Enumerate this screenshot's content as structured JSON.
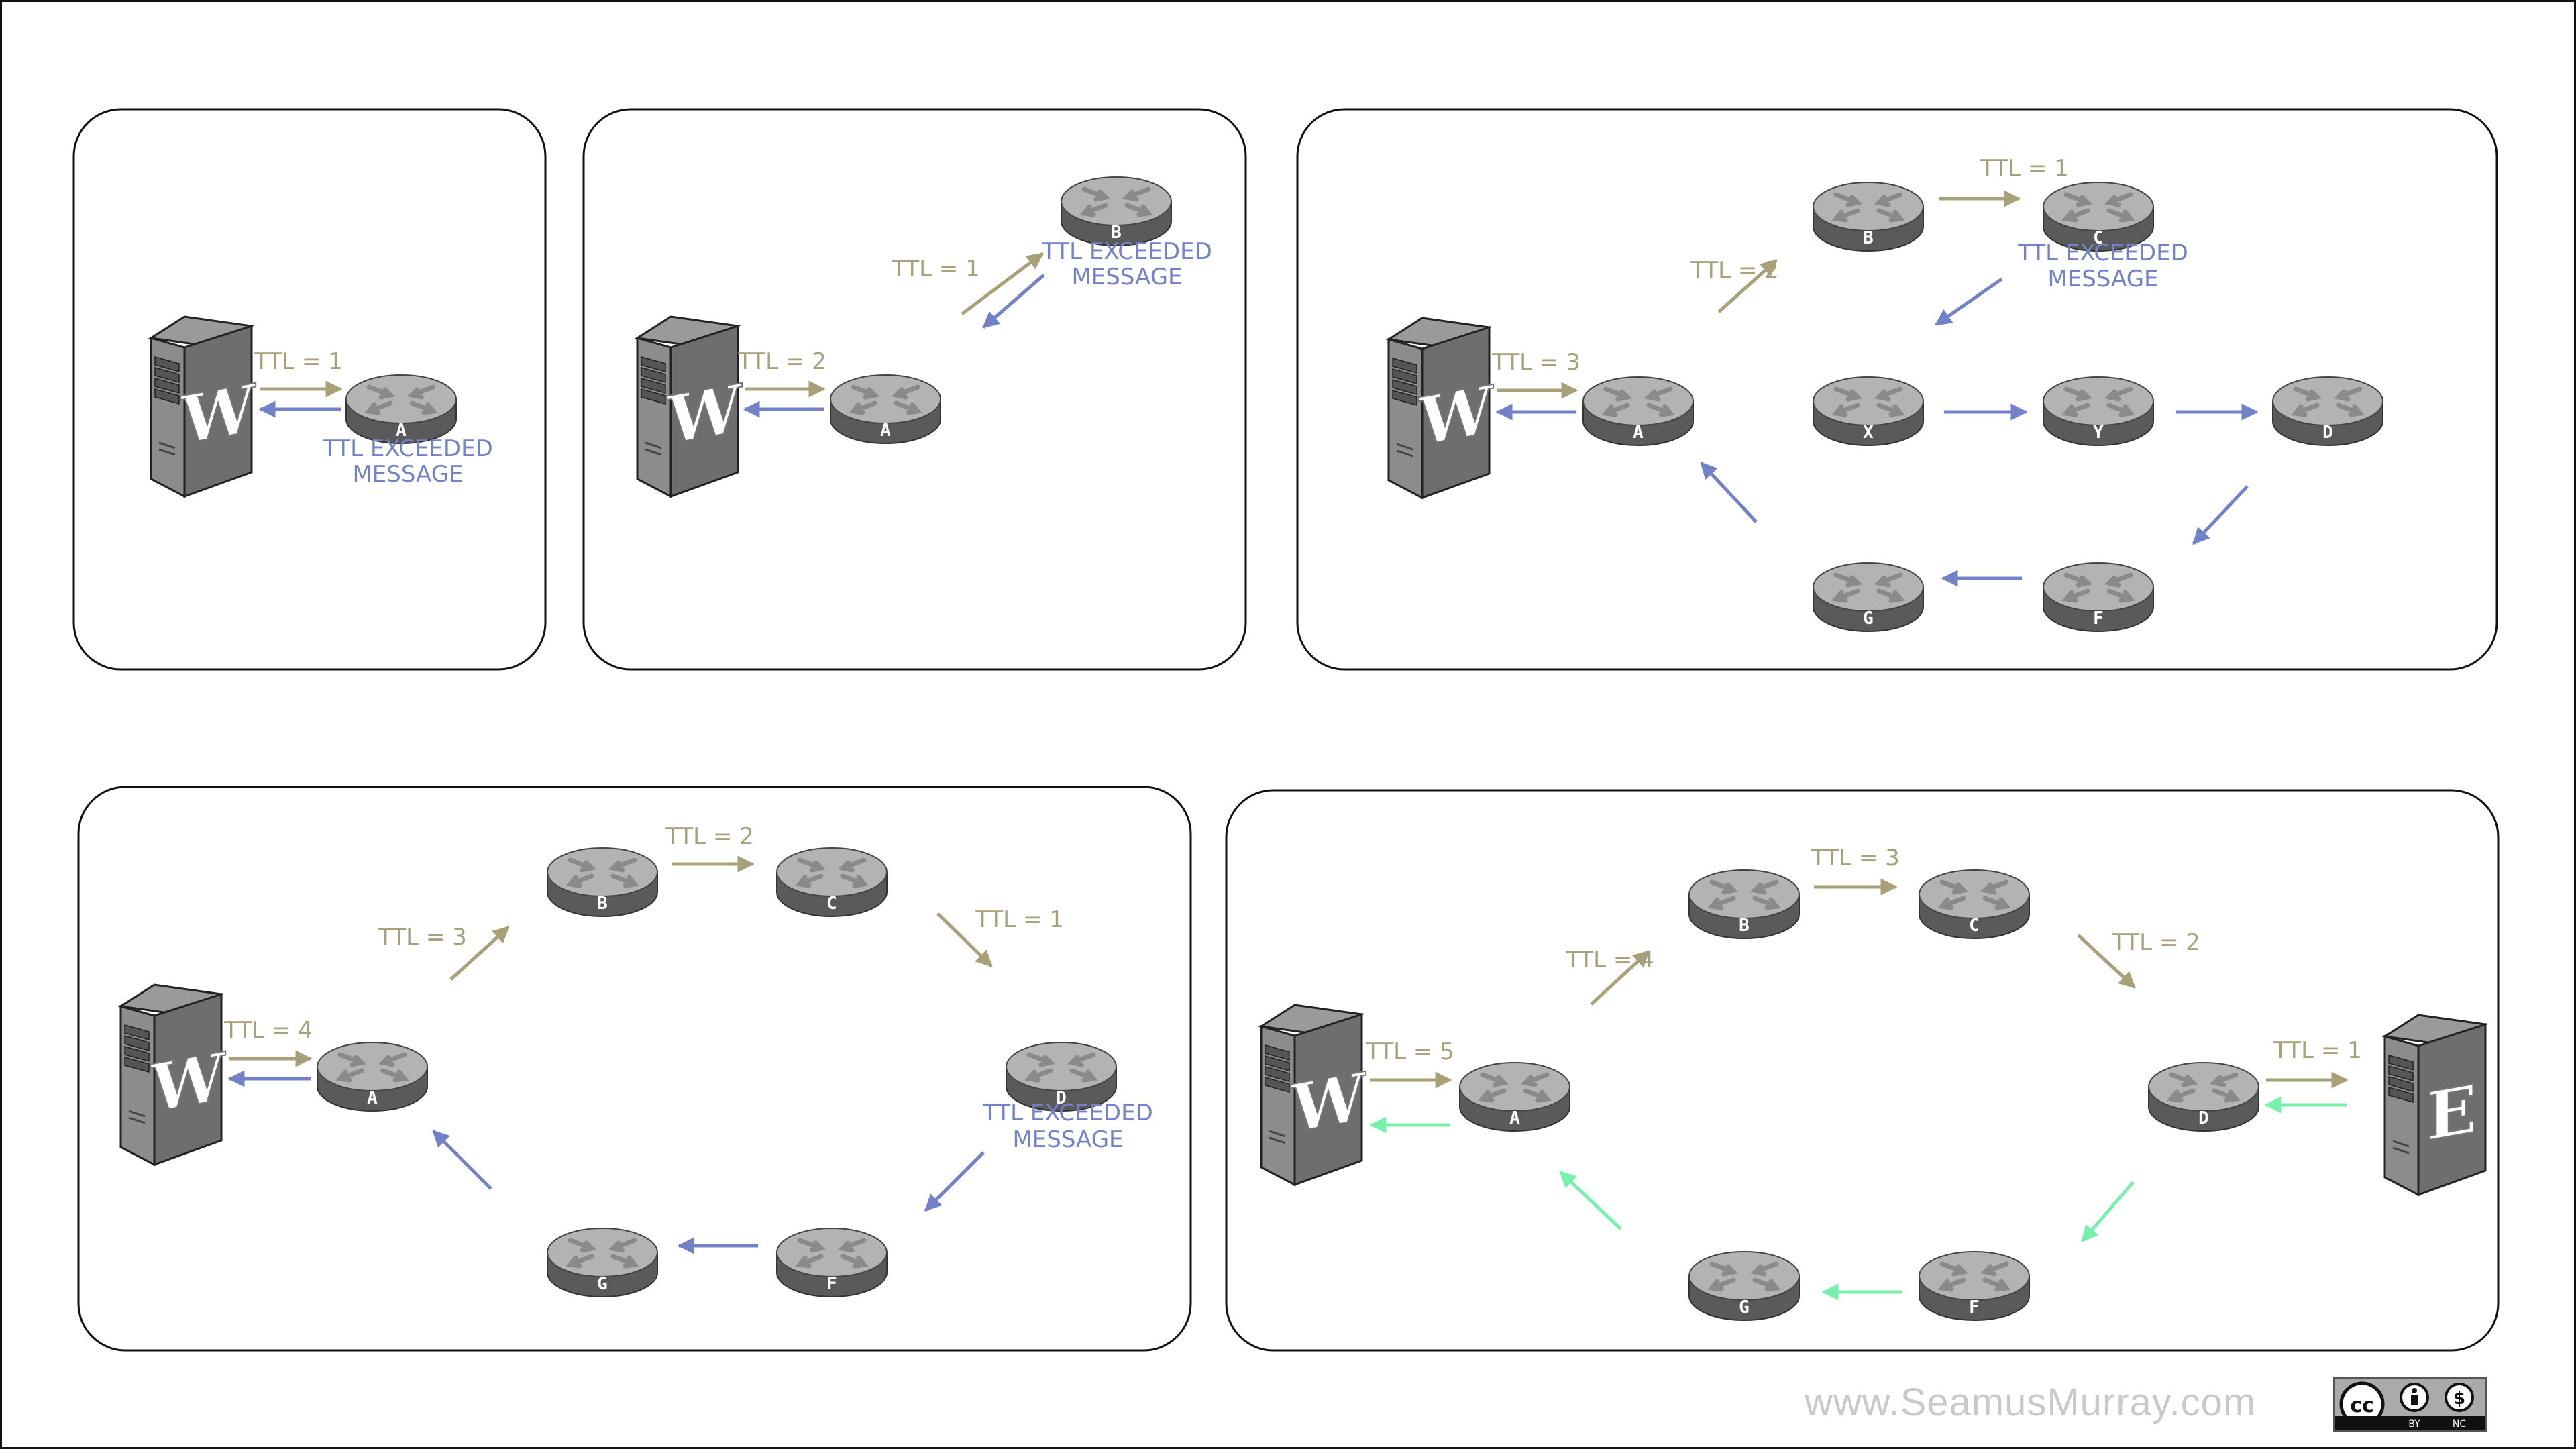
{
  "colors": {
    "ttl": "#a7a079",
    "reply": "#7281c8",
    "final_reply": "#78f0ad",
    "router_top": "#b3b3b3",
    "router_side": "#5a5a5a",
    "server": "#6e6e6e",
    "footer_text": "#c9c9c9"
  },
  "footer": {
    "url": "www.SeamusMurray.com",
    "license_badge": "cc-by-nc"
  },
  "panels": [
    {
      "id": "panel-1",
      "routers": [
        {
          "label": "A"
        }
      ],
      "servers": [
        {
          "letter": "W"
        }
      ],
      "texts": [
        {
          "kind": "ttl",
          "text": "TTL = 1"
        },
        {
          "kind": "msg",
          "text": "TTL EXCEEDED"
        },
        {
          "kind": "msg",
          "text": "MESSAGE"
        }
      ]
    },
    {
      "id": "panel-2",
      "routers": [
        {
          "label": "A"
        },
        {
          "label": "B"
        }
      ],
      "servers": [
        {
          "letter": "W"
        }
      ],
      "texts": [
        {
          "kind": "ttl",
          "text": "TTL = 2"
        },
        {
          "kind": "ttl",
          "text": "TTL = 1"
        },
        {
          "kind": "msg",
          "text": "TTL EXCEEDED"
        },
        {
          "kind": "msg",
          "text": "MESSAGE"
        }
      ]
    },
    {
      "id": "panel-3",
      "routers": [
        {
          "label": "A"
        },
        {
          "label": "B"
        },
        {
          "label": "C"
        },
        {
          "label": "X"
        },
        {
          "label": "Y"
        },
        {
          "label": "D"
        },
        {
          "label": "G"
        },
        {
          "label": "F"
        }
      ],
      "servers": [
        {
          "letter": "W"
        }
      ],
      "texts": [
        {
          "kind": "ttl",
          "text": "TTL = 3"
        },
        {
          "kind": "ttl",
          "text": "TTL = 2"
        },
        {
          "kind": "ttl",
          "text": "TTL = 1"
        },
        {
          "kind": "msg",
          "text": "TTL EXCEEDED"
        },
        {
          "kind": "msg",
          "text": "MESSAGE"
        }
      ]
    },
    {
      "id": "panel-4",
      "routers": [
        {
          "label": "A"
        },
        {
          "label": "B"
        },
        {
          "label": "C"
        },
        {
          "label": "D"
        },
        {
          "label": "G"
        },
        {
          "label": "F"
        }
      ],
      "servers": [
        {
          "letter": "W"
        }
      ],
      "texts": [
        {
          "kind": "ttl",
          "text": "TTL = 4"
        },
        {
          "kind": "ttl",
          "text": "TTL = 3"
        },
        {
          "kind": "ttl",
          "text": "TTL = 2"
        },
        {
          "kind": "ttl",
          "text": "TTL = 1"
        },
        {
          "kind": "msg",
          "text": "TTL EXCEEDED"
        },
        {
          "kind": "msg",
          "text": "MESSAGE"
        }
      ]
    },
    {
      "id": "panel-5",
      "routers": [
        {
          "label": "A"
        },
        {
          "label": "B"
        },
        {
          "label": "C"
        },
        {
          "label": "D"
        },
        {
          "label": "G"
        },
        {
          "label": "F"
        }
      ],
      "servers": [
        {
          "letter": "W"
        },
        {
          "letter": "E"
        }
      ],
      "texts": [
        {
          "kind": "ttl",
          "text": "TTL = 5"
        },
        {
          "kind": "ttl",
          "text": "TTL = 4"
        },
        {
          "kind": "ttl",
          "text": "TTL = 3"
        },
        {
          "kind": "ttl",
          "text": "TTL = 2"
        },
        {
          "kind": "ttl",
          "text": "TTL = 1"
        }
      ]
    }
  ]
}
